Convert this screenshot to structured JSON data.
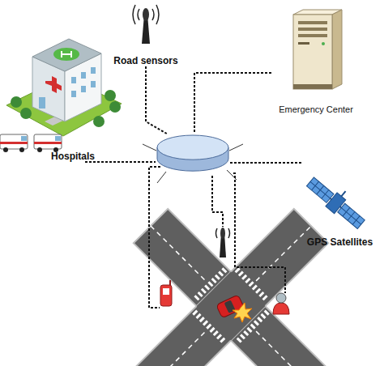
{
  "diagram": {
    "nodes": [
      {
        "text": [
          "Road sensors"
        ]
      },
      {
        "text": [
          "Emergency Center"
        ]
      },
      {
        "text": [
          "Hospitals"
        ]
      },
      {
        "text": []
      },
      {
        "text": [
          "GPS Satellites"
        ]
      }
    ],
    "edges": [
      {
        "from": 0,
        "to": 3,
        "arrow": "none"
      },
      {
        "from": 1,
        "to": 3,
        "arrow": "none"
      },
      {
        "from": 2,
        "to": 3,
        "arrow": "none"
      },
      {
        "from": 4,
        "to": 3,
        "arrow": "none"
      }
    ]
  }
}
